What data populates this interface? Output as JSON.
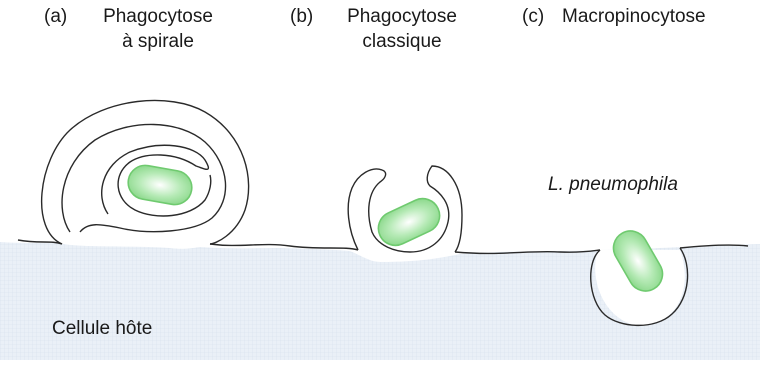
{
  "panels": [
    {
      "letter": "(a)",
      "line1": "Phagocytose",
      "line2": "à spirale"
    },
    {
      "letter": "(b)",
      "line1": "Phagocytose",
      "line2": "classique"
    },
    {
      "letter": "(c)",
      "line1": "Macropinocytose",
      "line2": ""
    }
  ],
  "labels": {
    "bacterium": "L. pneumophila",
    "cell": "Cellule hôte"
  },
  "colors": {
    "cytoplasm": "#eaf0f7",
    "grid": "#d3deea",
    "membrane": "#2a2a2a",
    "bacterium_fill": "#9fe09f",
    "bacterium_stroke": "#5fbf5f"
  }
}
